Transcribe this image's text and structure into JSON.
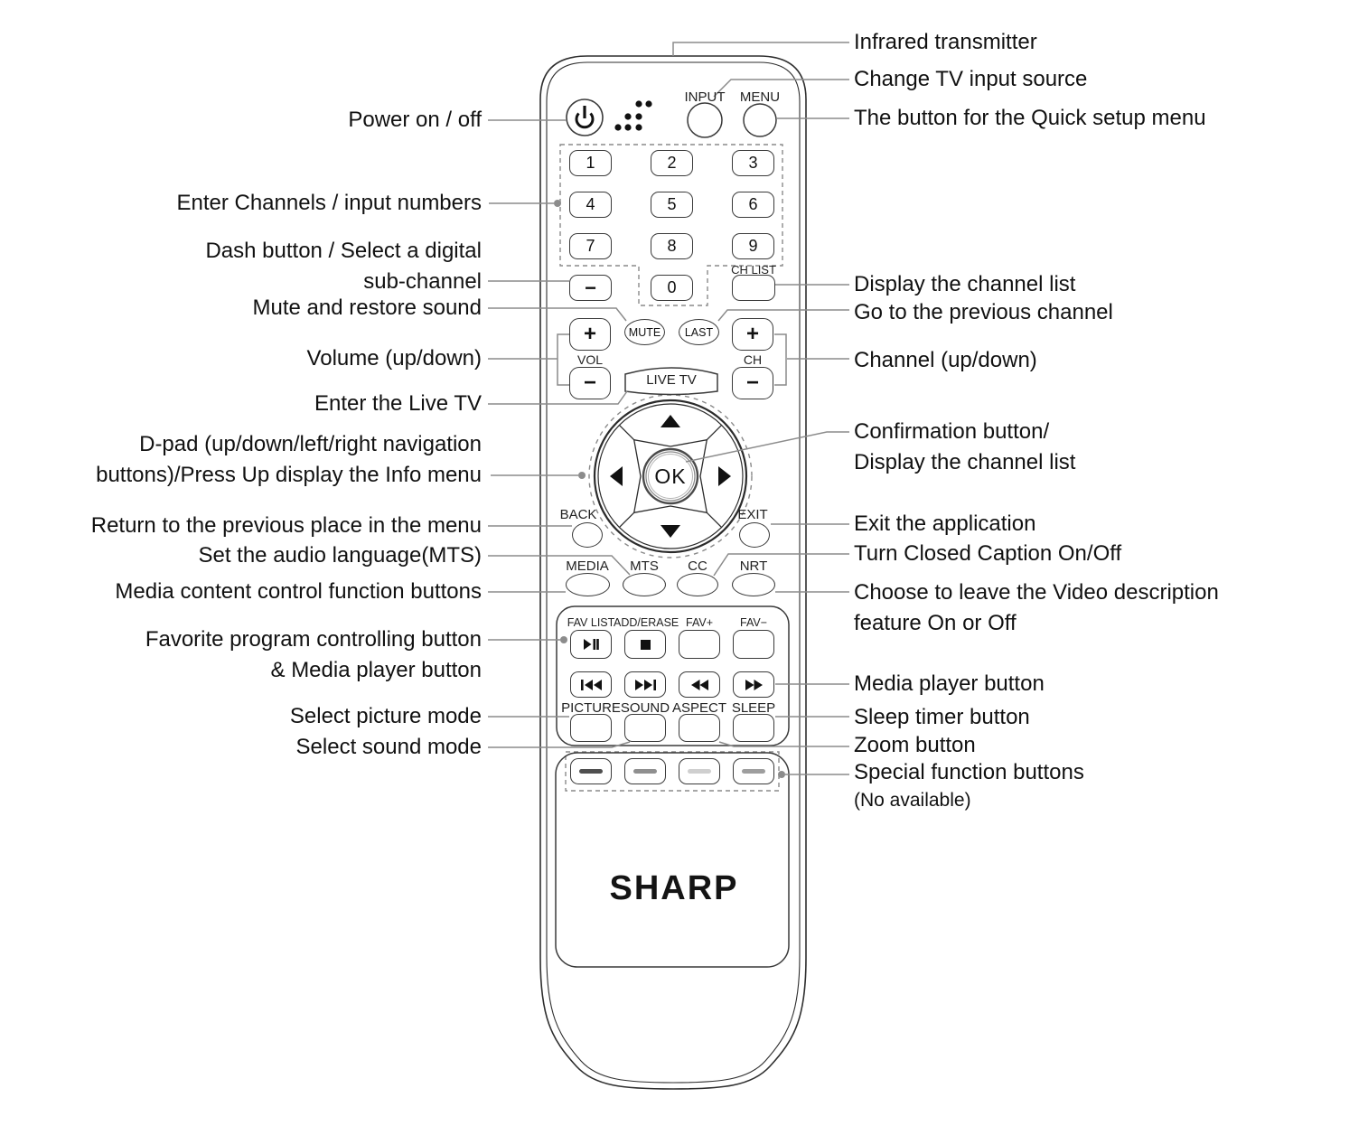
{
  "brand": "SHARP",
  "colors": {
    "outline": "#3a3a3a",
    "callout": "#8c8c8c",
    "text": "#111111",
    "special_dash_1": "#4f4f4f",
    "special_dash_2": "#8f8f8f",
    "special_dash_3": "#cfcfcf",
    "special_dash_4": "#9e9e9e"
  },
  "icons": {
    "power": "power-icon",
    "ir_dots": "ir-dots-icon",
    "fav_list": "play-pause-icon",
    "add_erase": "stop-icon",
    "transport_1": "skip-back-icon",
    "transport_2": "skip-forward-icon",
    "transport_3": "rewind-icon",
    "transport_4": "fast-forward-icon",
    "dpad": "dpad-arrows-icon"
  },
  "remote": {
    "input_label": "INPUT",
    "menu_label": "MENU",
    "digits": [
      "1",
      "2",
      "3",
      "4",
      "5",
      "6",
      "7",
      "8",
      "9"
    ],
    "zero": "0",
    "dash": "−",
    "ch_list": "CH LIST",
    "mute": "MUTE",
    "last": "LAST",
    "vol_label": "VOL",
    "ch_label": "CH",
    "plus": "+",
    "minus": "−",
    "live_tv": "LIVE TV",
    "ok": "OK",
    "back": "BACK",
    "exit": "EXIT",
    "media": "MEDIA",
    "mts": "MTS",
    "cc": "CC",
    "nrt": "NRT",
    "fav_list": "FAV LIST",
    "add_erase": "ADD/ERASE",
    "fav_plus": "FAV+",
    "fav_minus": "FAV−",
    "picture": "PICTURE",
    "sound": "SOUND",
    "aspect": "ASPECT",
    "sleep": "SLEEP"
  },
  "callouts_left": [
    {
      "text": "Power on / off"
    },
    {
      "text": "Enter Channels / input numbers"
    },
    {
      "text": "Dash button / Select a digital\nsub-channel"
    },
    {
      "text": "Mute and restore sound"
    },
    {
      "text": "Volume (up/down)"
    },
    {
      "text": "Enter the Live TV"
    },
    {
      "text": "D-pad (up/down/left/right navigation\nbuttons)/Press Up display the Info menu"
    },
    {
      "text": "Return to the previous place in the menu"
    },
    {
      "text": "Set the audio language(MTS)"
    },
    {
      "text": "Media content control function buttons"
    },
    {
      "text": "Favorite program controlling button\n& Media player button"
    },
    {
      "text": "Select picture mode"
    },
    {
      "text": "Select sound mode"
    }
  ],
  "callouts_right": [
    {
      "text": "Infrared transmitter"
    },
    {
      "text": "Change TV input source"
    },
    {
      "text": "The button for the Quick setup menu"
    },
    {
      "text": "Display the channel list"
    },
    {
      "text": "Go to the previous channel"
    },
    {
      "text": "Channel (up/down)"
    },
    {
      "text": "Confirmation button/\nDisplay the channel list"
    },
    {
      "text": "Exit the application"
    },
    {
      "text": "Turn Closed Caption On/Off"
    },
    {
      "text": "Choose to leave the Video description\nfeature On or Off"
    },
    {
      "text": "Media player button"
    },
    {
      "text": "Sleep timer button"
    },
    {
      "text": "Zoom button"
    },
    {
      "text": "Special function buttons"
    },
    {
      "text": "(No available)"
    }
  ]
}
